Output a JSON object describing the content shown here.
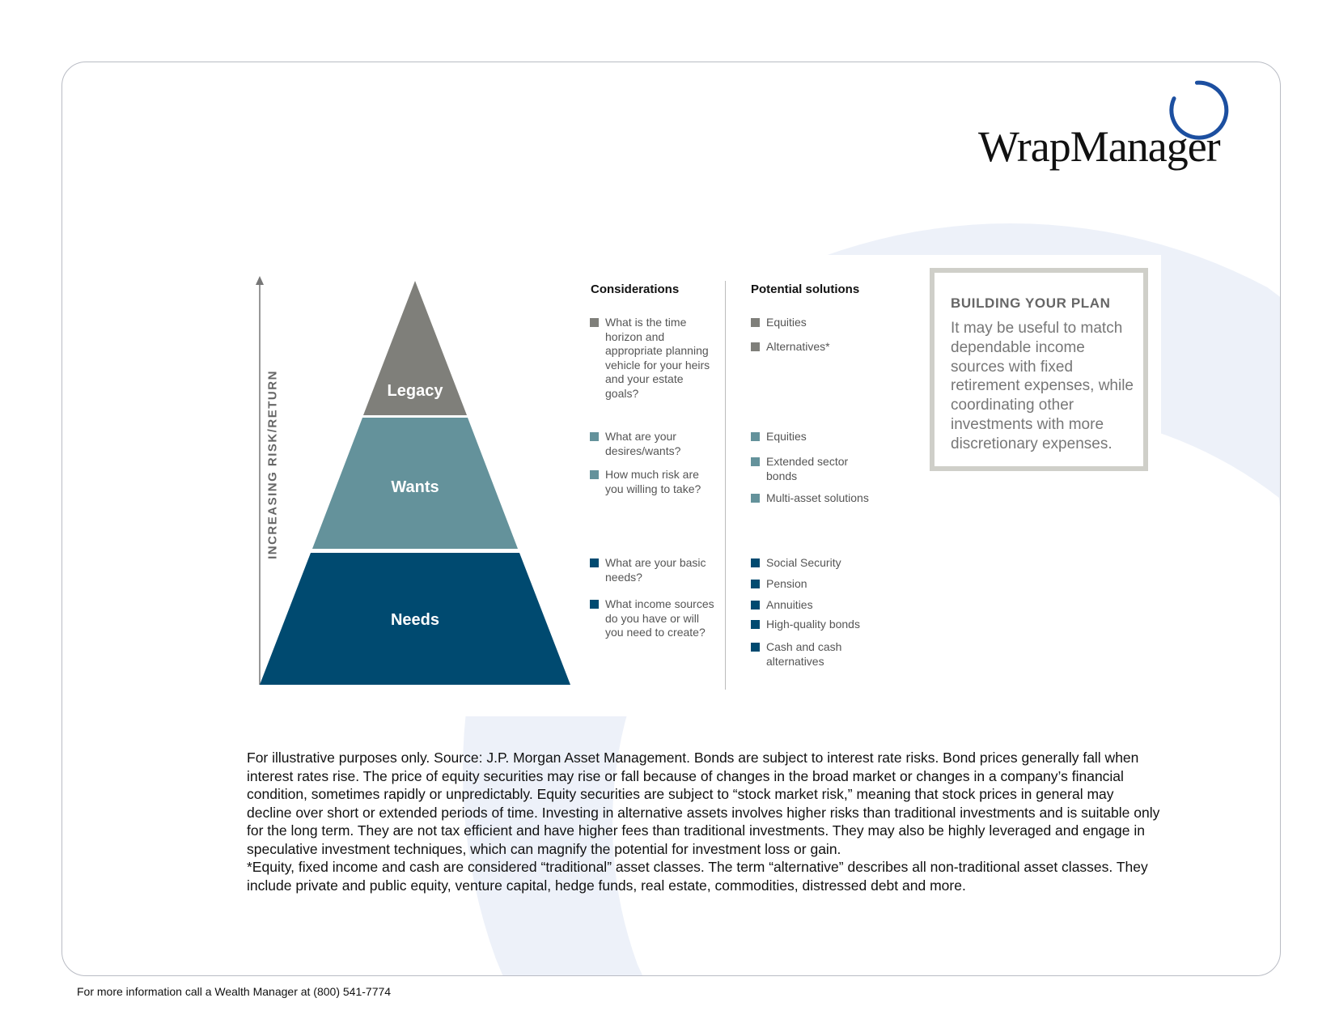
{
  "brand": {
    "name": "WrapManager",
    "accent": "#1c4fa0"
  },
  "axis": {
    "label": "INCREASING  RISK/RETURN"
  },
  "pyramid": {
    "tiers": [
      {
        "label": "Legacy",
        "color": "#7f7f7a"
      },
      {
        "label": "Wants",
        "color": "#64929b"
      },
      {
        "label": "Needs",
        "color": "#004a70"
      }
    ]
  },
  "considerations": {
    "header": "Considerations",
    "items": [
      "What is the time horizon and appropriate planning vehicle for your heirs and your estate goals?",
      "What are your desires/wants?",
      "How much risk are you willing to take?",
      "What are your basic needs?",
      "What income sources do you have or will you need to create?"
    ]
  },
  "solutions": {
    "header": "Potential solutions",
    "items": [
      "Equities",
      "Alternatives*",
      "Equities",
      "Extended sector bonds",
      "Multi-asset solutions",
      "Social Security",
      "Pension",
      "Annuities",
      "High-quality bonds",
      "Cash and cash alternatives"
    ]
  },
  "plan_box": {
    "title": "BUILDING  YOUR  PLAN",
    "body": "It may be useful to match dependable income sources with fixed retirement expenses, while coordinating other investments with more discretionary expenses."
  },
  "disclaimer": {
    "main": "For illustrative purposes only. Source: J.P. Morgan Asset Management. Bonds are subject to interest rate risks. Bond prices generally fall when interest rates rise. The price of equity securities may rise or fall because of changes in the broad market or changes in a company’s financial condition, sometimes rapidly or unpredictably. Equity securities are subject to “stock market risk,” meaning that stock prices in general may decline over short or extended periods of time. Investing in alternative assets involves higher risks than traditional investments and is suitable only for the long term. They are not tax efficient and have higher fees than traditional investments. They may also be highly leveraged and engage in speculative investment techniques, which can magnify the potential for investment loss or gain.",
    "note": "*Equity, fixed income and cash are considered “traditional” asset classes. The term “alternative” describes all non-traditional asset classes. They include private and public equity, venture capital, hedge funds, real estate, commodities, distressed debt and more."
  },
  "footer": "For more information call a Wealth Manager at (800) 541-7774"
}
